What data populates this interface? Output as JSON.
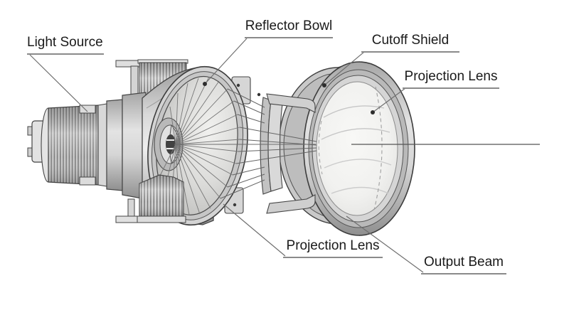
{
  "figure": {
    "type": "technical-exploded-diagram",
    "subject": "Automotive projector headlight assembly",
    "background": "#ffffff"
  },
  "labels": {
    "light_source": "Light Source",
    "reflector_bowl": "Reflector Bowl",
    "cutoff_shield": "Cutoff Shield",
    "projection_lens_top": "Projection Lens",
    "projection_lens_bottom": "Projection Lens",
    "output_beam": "Output Beam"
  },
  "style": {
    "label_text_color": "#1a1a1a",
    "underline_color": "#8a8a8a",
    "leader_line_color": "#6f6f6f",
    "marker_dot_color": "#2d2d2d",
    "outline_color": "#3f3f3f",
    "fill_light": "#e9e9e9",
    "fill_mid": "#cccccc",
    "fill_dark": "#9a9a9a",
    "glass_color": "#f4f4f2"
  },
  "components": [
    "light-source-module",
    "heat-sink",
    "reflector-bowl",
    "light-rays",
    "cutoff-shield",
    "lens-barrel",
    "projection-lens",
    "optical-axis"
  ]
}
